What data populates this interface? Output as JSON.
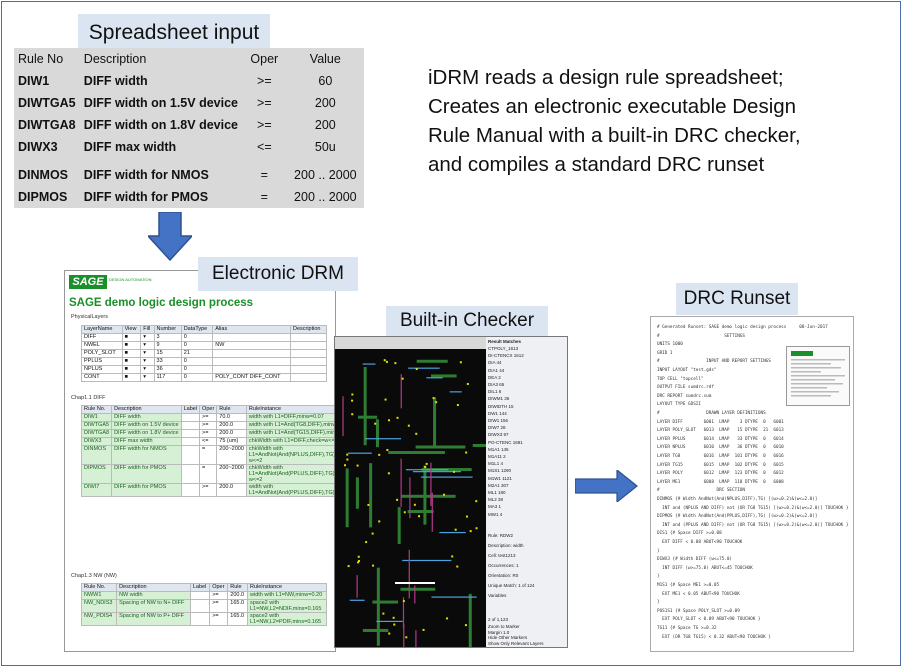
{
  "spreadsheet": {
    "title": "Spreadsheet input",
    "headers": [
      "Rule No",
      "Description",
      "Oper",
      "Value"
    ],
    "rows": [
      [
        "DIW1",
        "DIFF width",
        ">=",
        "60"
      ],
      [
        "DIWTGA5",
        "DIFF width on 1.5V device",
        ">=",
        "200"
      ],
      [
        "DIWTGA8",
        "DIFF width on 1.8V device",
        ">=",
        "200"
      ],
      [
        "DIWX3",
        "DIFF max width",
        "<=",
        "50u"
      ],
      [
        "DINMOS",
        "DIFF width for NMOS",
        "=",
        "200 .. 2000"
      ],
      [
        "DIPMOS",
        "DIFF width for PMOS",
        "=",
        "200 .. 2000"
      ]
    ]
  },
  "summary": {
    "lines": [
      "iDRM reads a design rule spreadsheet;",
      "Creates an electronic executable Design",
      "Rule Manual with a built-in DRC checker,",
      "and compiles a standard DRC runset"
    ]
  },
  "electronic_drm": {
    "title": "Electronic DRM",
    "logo": "SAGE",
    "logo_sub": "DESIGN AUTOMATION",
    "heading": "SAGE demo logic design process",
    "section1": "PhysicalLayers",
    "layer_headers": [
      "LayerName",
      "View",
      "Fill",
      "Number",
      "DataType",
      "Alias",
      "Description"
    ],
    "layers": [
      [
        "DIFF",
        "3",
        "0",
        ""
      ],
      [
        "NWEL",
        "9",
        "0",
        "NW"
      ],
      [
        "POLY_SLOT",
        "15",
        "21",
        ""
      ],
      [
        "PPLUS",
        "33",
        "0",
        ""
      ],
      [
        "NPLUS",
        "36",
        "0",
        ""
      ],
      [
        "CONT",
        "117",
        "0",
        "POLY_CONT DIFF_CONT"
      ]
    ],
    "section2": "Chap1.1 DIFF",
    "rule_headers": [
      "Rule No.",
      "Description",
      "Label",
      "Oper",
      "Rule",
      "RuleInstance"
    ],
    "rules": [
      [
        "DIW1",
        "DIFF width",
        ">=",
        "70.0",
        "width with L1=DIFF,minw=0.07"
      ],
      [
        "DIWTGA5",
        "DIFF width on 1.5V device",
        ">=",
        "200.0",
        "width with L1=And(TG8,DIFF),minw=0.2"
      ],
      [
        "DIWTGA8",
        "DIFF width on 1.8V device",
        ">=",
        "200.0",
        "width with L1=And(TG15,DIFF),minw=0.2"
      ],
      [
        "DIWX3",
        "DIFF max width",
        "<=",
        "75 (um)",
        "chkWidth with L1=DIFF,check=w<=75"
      ],
      [
        "DINMOS",
        "DIFF width for NMOS",
        "=",
        "200~2000",
        "chkWidth with L1=AndNot(And(NPLUS,DIFF),TG),check=w>=0.2& w<=2"
      ],
      [
        "DIPMOS",
        "DIFF width for PMOS",
        "=",
        "200~2000",
        "chkWidth with L1=AndNot(And(PPLUS,DIFF),TG),check=w>=0.2& w<=2"
      ],
      [
        "DIWI7",
        "DIFF width for PMOS",
        ">=",
        "200.0",
        "width with L1=AndNot(And(PPLUS,DIFF),TG),minw=0.2"
      ]
    ],
    "section3": "Chap1.3 NW (NW)",
    "nw_headers": [
      "Rule No.",
      "Description",
      "Label",
      "Oper",
      "Rule",
      "RuleInstance"
    ],
    "nw_rules": [
      [
        "NWW1",
        "NW width",
        ">=",
        "200.0",
        "width with L1=NW,minw=0.20"
      ],
      [
        "NW_NDIS3",
        "Spacing of NW to N+ DIFF",
        ">=",
        "165.0",
        "space2 with L1=NW,L2=NDIF,mins=0.165"
      ],
      [
        "NW_PDIS4",
        "Spacing of NW to P+ DIFF",
        ">=",
        "165.0",
        "space2 with L1=NW,L2=PDIF,mins=0.165"
      ]
    ]
  },
  "checker": {
    "title": "Built-in Checker",
    "panel_header": "Result Matches",
    "panel_rows": [
      "CTPOLY_1613",
      "DI-CTENCX 1612",
      "DIA 44",
      "DIA1 44",
      "DEA 2",
      "DIA3 65",
      "DIL1 6",
      "DIWM1 36",
      "DIWIDTH 15",
      "DW1 144",
      "DIW1 156",
      "DIW7 28",
      "DIWX3 97",
      "PO-CTENC 1691",
      "M1A1 145",
      "M1A11 2",
      "M1L1 4",
      "M1S1 1290",
      "M1W1 1121",
      "M2A1 307",
      "ML1 180",
      "ML2 38",
      "MA3 1",
      "MW1 4"
    ],
    "props": [
      "Rule: RDW2",
      "Description: width",
      "Cell: test1213",
      "Occurrences: 1",
      "Orientation: R0",
      "Unique Match: 1 of 124",
      "Variables"
    ],
    "pager": "2 of 1,123",
    "footer": [
      "Zoom to Marker",
      "Margin 1.0",
      "Hide Other Markers",
      "Show Only Relevant Layers"
    ]
  },
  "drc_runset": {
    "title": "DRC Runset",
    "lines": [
      "# Generated Runset: SAGE demo logic design process     08-Jun-2017",
      "#                         SETTINGS",
      "UNITS 1000",
      "GRID 1",
      "#                  INPUT AND REPORT SETTINGS",
      "INPUT LAYOUT \"test.gds\"",
      "TOP CELL \"topcell\"",
      "OUTPUT FILE sumdrc.rdf",
      "DRC REPORT sumdrc.sum",
      "LAYOUT TYPE GDSII",
      "#                  DRAWN LAYER DEFINITIONS",
      "LAYER DIFF        6001  LMAP    3 DTYPE  0   6001",
      "LAYER POLY_SLOT   6013  LMAP   15 DTYPE  21  6013",
      "LAYER PPLUS       6014  LMAP   33 DTYPE  0   6014",
      "LAYER NPLUS       6010  LMAP   36 DTYPE  0   6010",
      "LAYER TG8         6016  LMAP  101 DTYPE  0   6016",
      "LAYER TG15        6015  LMAP  102 DTYPE  0   6015",
      "LAYER POLY        6012  LMAP  123 DTYPE  0   6012",
      "LAYER ME1         6008  LMAP  118 DTYPE  0   6008",
      "#                      DRC SECTION",
      "DINMOS {# Width AndNot(And(NPLUS,DIFF),TG) [(w>=0.2)&(w<=2.0)]",
      "  INT and (NPLUS AND DIFF) not (OR TG8 TG15) [(w>=0.2)&(w<=2.0)] TOUCHOK }",
      "DIPMOS {# Width AndNot(And(PPLUS,DIFF),TG) [(w>=0.2)&(w<=2.0)]",
      "  INT and (PPLUS AND DIFF) not (OR TG8 TG15) [(w>=0.2)&(w<=2.0)] TOUCHOK }",
      "DIS1 {# Space DIFF >=0.08",
      "  EXT DIFF < 0.08 ABUT<90 TOUCHOK",
      "}",
      "DIWX3 {# Width DIFF (w<=75.0)",
      "  INT DIFF (w>=75.0) ABUT<=45 TOUCHOK",
      "}",
      "M1S1 {# Space ME1 >=0.05",
      "  EXT ME1 < 0.05 ABUT<90 TOUCHOK",
      "}",
      "POS1S1 {# Space POLY_SLOT >=0.09",
      "  EXT POLY_SLOT < 0.09 ABUT<90 TOUCHOK }",
      "TG11 {# Space TG >=0.32",
      "  EXT (OR TG8 TG15) < 0.32 ABUT<90 TOUCHOK }"
    ]
  },
  "colors": {
    "label_bg": "#dbe4f1",
    "arrow": "#4472c4",
    "sage_green": "#1a8f2a",
    "frame": "#4a6fa5"
  }
}
